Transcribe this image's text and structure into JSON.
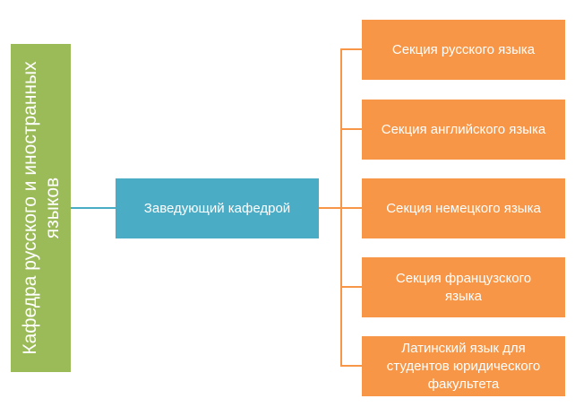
{
  "diagram": {
    "root": {
      "label": "Кафедра русского и иностранных языков"
    },
    "head": {
      "label": "Заведующий кафедрой"
    },
    "sections": [
      {
        "label": "Секция русского языка"
      },
      {
        "label": "Секция английского языка"
      },
      {
        "label": "Секция немецкого языка"
      },
      {
        "label": "Секция французского языка"
      },
      {
        "label": "Латинский язык для студентов юридического факультета"
      }
    ],
    "colors": {
      "root": "#9bbb59",
      "head": "#4bacc6",
      "section": "#f79646",
      "connector_root_head": "#4bacc6",
      "connector_head_sections": "#f79646"
    }
  }
}
